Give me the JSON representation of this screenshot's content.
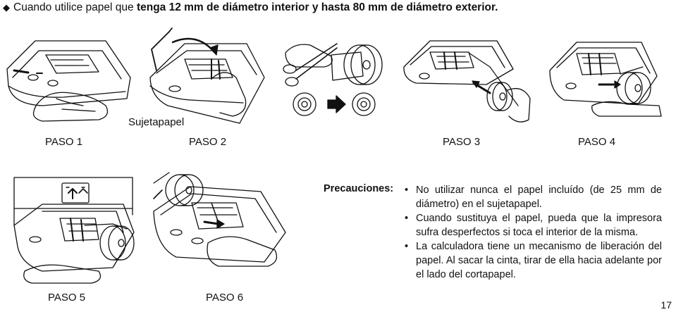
{
  "heading": {
    "bullet": "◆",
    "prefix": "Cuando utilice papel que ",
    "bold": "tenga 12 mm de diámetro interior y hasta 80 mm de diámetro exterior."
  },
  "labels": {
    "holder": "Sujetapapel",
    "step1": "PASO 1",
    "step2": "PASO 2",
    "step3": "PASO 3",
    "step4": "PASO 4",
    "step5": "PASO 5",
    "step6": "PASO 6"
  },
  "precautions": {
    "title": "Precauciones:",
    "items": [
      "No utilizar nunca el papel incluído (de 25 mm de diámetro) en el sujetapapel.",
      "Cuando sustituya el papel, pueda que la impresora sufra desperfectos si toca el interior de la misma.",
      "La calculadora tiene un mecanismo de liberación del papel. Al sacar la cinta, tirar de ella hacia adelante por el lado del cortapapel."
    ]
  },
  "page_number": "17",
  "icons": [
    "diamond-bullet-icon",
    "scissors-icon",
    "arrow-right-icon",
    "paper-release-icon"
  ]
}
